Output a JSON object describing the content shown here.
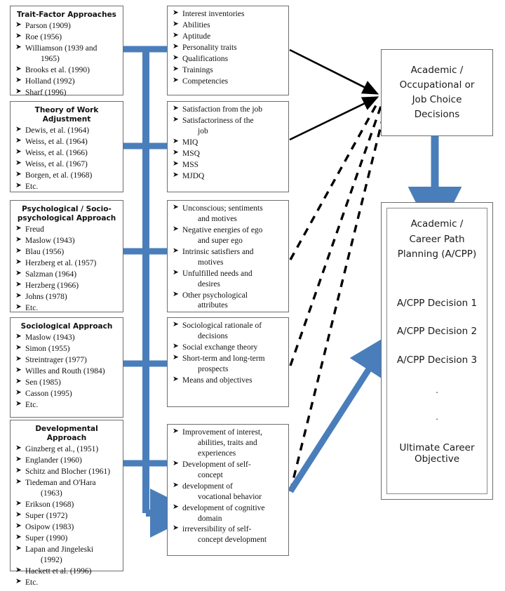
{
  "diagram": {
    "title": "Career development theory approaches and A/CPP framework",
    "colors": {
      "blue": "#4a7ebb",
      "black": "#000000",
      "box_border": "#6e6e6e",
      "background": "#ffffff"
    },
    "bullet_glyph": "➤"
  },
  "theory_boxes": [
    {
      "title": "Trait-Factor Approaches",
      "items": [
        "Parson (1909)",
        "Roe (1956)",
        "Williamson (1939 and",
        "Brooks et al. (1990)",
        "Holland (1992)",
        "Sharf (1996)"
      ],
      "continuations": {
        "2": "1965)"
      }
    },
    {
      "title": "Theory of Work Adjustment",
      "items": [
        "Dewis, et al. (1964)",
        "Weiss, et al. (1964)",
        "Weiss, et al. (1966)",
        "Weiss, et al. (1967)",
        "Borgen, et al. (1968)",
        "Etc."
      ],
      "continuations": {}
    },
    {
      "title": "Psychological / Socio-psychological Approach",
      "items": [
        "Freud",
        "Maslow (1943)",
        "Blau (1956)",
        "Herzberg et al. (1957)",
        "Salzman (1964)",
        "Herzberg (1966)",
        "Johns (1978)",
        "Etc."
      ],
      "continuations": {}
    },
    {
      "title": "Sociological Approach",
      "items": [
        "Maslow (1943)",
        "Simon (1955)",
        "Streintrager (1977)",
        "Willes and Routh (1984)",
        "Sen (1985)",
        "Casson (1995)",
        "Etc."
      ],
      "continuations": {}
    },
    {
      "title": "Developmental Approach",
      "items": [
        "Ginzberg et al., (1951)",
        "Englander (1960)",
        "Schitz and Blocher (1961)",
        "Tiedeman and O'Hara",
        "Erikson (1968)",
        "Super (1972)",
        "Osipow (1983)",
        "Super (1990)",
        "Lapan and Jingeleski",
        "Hackett et al. (1996)",
        "Etc."
      ],
      "continuations": {
        "3": "(1963)",
        "8": "(1992)"
      }
    }
  ],
  "construct_boxes": [
    {
      "items": [
        "Interest inventories",
        "Abilities",
        "Aptitude",
        "Personality traits",
        "Qualifications",
        "Trainings",
        "Competencies"
      ],
      "continuations": {}
    },
    {
      "items": [
        "Satisfaction from the job",
        "Satisfactoriness of the",
        "MIQ",
        "MSQ",
        "MSS",
        "MJDQ"
      ],
      "continuations": {
        "1": "job"
      }
    },
    {
      "items": [
        "Unconscious; sentiments",
        "Negative energies of ego",
        "Intrinsic satisfiers and",
        "Unfulfilled needs and",
        "Other psychological"
      ],
      "continuations": {
        "0": "and motives",
        "1": "and super ego",
        "2": "motives",
        "3": "desires",
        "4": "attributes"
      }
    },
    {
      "items": [
        "Sociological rationale of",
        "Social exchange theory",
        "Short-term and long-term",
        "Means and objectives"
      ],
      "continuations": {
        "0": "decisions",
        "2": "prospects"
      }
    },
    {
      "items": [
        "Improvement of interest,",
        "Development of self-",
        "development of",
        "development of cognitive",
        "irreversibility of self-"
      ],
      "continuations": {
        "0": "abilities, traits and experiences",
        "1": "concept",
        "2": "vocational behavior",
        "3": "domain",
        "4": "concept development"
      }
    }
  ],
  "decision_box": {
    "lines": [
      "Academic /",
      "Occupational or",
      "Job Choice",
      "Decisions"
    ]
  },
  "acpp_box": {
    "head_lines": [
      "Academic /",
      "Career Path",
      "Planning (A/CPP)"
    ],
    "decisions": [
      "A/CPP Decision 1",
      "A/CPP Decision 2",
      "A/CPP Decision 3"
    ],
    "dots": [
      ".",
      "."
    ],
    "footer_lines": [
      "Ultimate Career",
      "Objective"
    ]
  },
  "connectors": {
    "blue_trunk": "vertical-blue-bus",
    "blue_trunk_arrow": "arrow-into-developmental-constructs",
    "solid_arrows": 2,
    "dashed_arrows": 3,
    "blue_down_arrow": "decisions-to-acpp",
    "blue_diagonal_arrow": "developmental-constructs-to-acpp"
  }
}
